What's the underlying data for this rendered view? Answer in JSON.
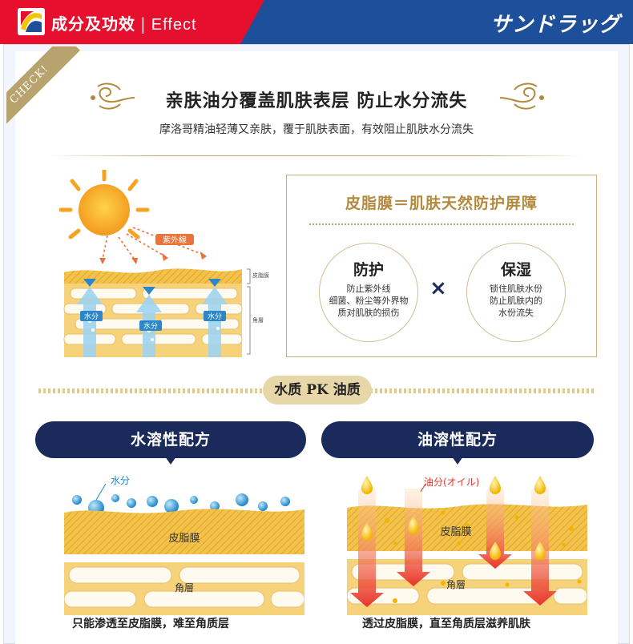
{
  "header": {
    "title_cn": "成分及功效",
    "separator": "|",
    "title_en": "Effect",
    "brand": "サンドラッグ",
    "colors": {
      "red": "#e60f2d",
      "blue": "#1d4f9a"
    }
  },
  "ribbon": {
    "label": "CHECK!"
  },
  "heading": {
    "title": "亲肤油分覆盖肌肤表层  防止水分流失",
    "subtitle": "摩洛哥精油轻薄又亲肤，覆于肌肤表面，有效阻止肌肤水分流失"
  },
  "skin_diagram": {
    "uv_label": "紫外線",
    "water_label": "水分",
    "layer_top_label": "皮脂膜",
    "layer_bottom_label": "角層"
  },
  "sebum": {
    "title": "皮脂膜＝肌肤天然防护屏障",
    "left_circle": {
      "heading": "防护",
      "lines": [
        "防止紫外线",
        "细菌、粉尘等外界物",
        "质对肌肤的损伤"
      ]
    },
    "times": "×",
    "right_circle": {
      "heading": "保湿",
      "lines": [
        "锁住肌肤水份",
        "防止肌肤内的",
        "水份流失"
      ]
    }
  },
  "pk": {
    "label": "水质 PK 油质"
  },
  "water_formula": {
    "title": "水溶性配方",
    "water_label": "水分",
    "top_layer": "皮脂膜",
    "bottom_layer": "角層",
    "caption": "只能渗透至皮脂膜，难至角质层"
  },
  "oil_formula": {
    "title": "油溶性配方",
    "oil_label": "油分(オイル)",
    "top_layer": "皮脂膜",
    "bottom_layer": "角層",
    "caption": "透过皮脂膜，直至角质层滋养肌肤"
  }
}
